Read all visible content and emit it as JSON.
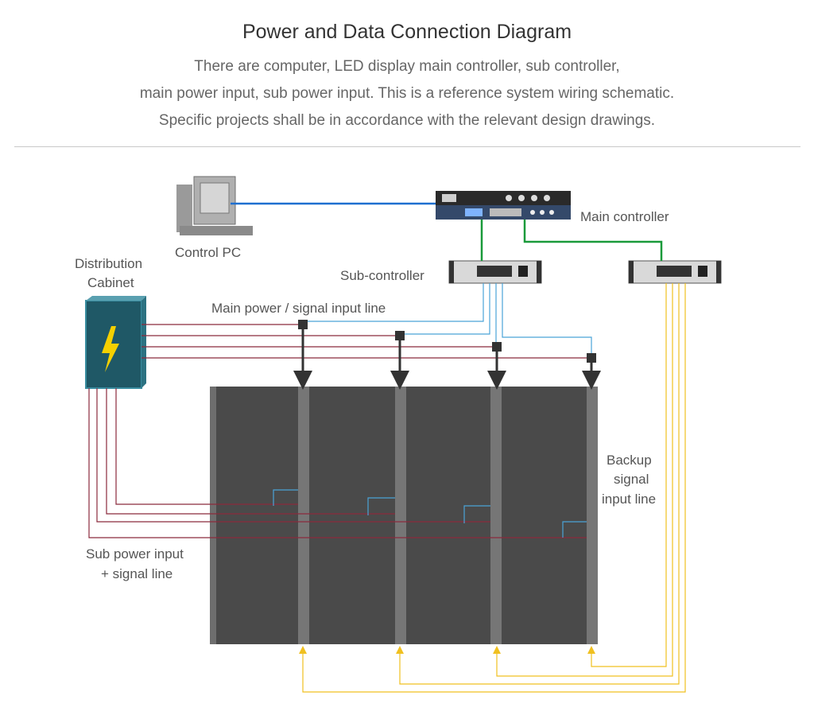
{
  "header": {
    "title": "Power and Data Connection Diagram",
    "lines": [
      "There are computer, LED display main controller, sub controller,",
      "main power input, sub power input. This is a reference system wiring schematic.",
      "Specific projects shall be in accordance with the relevant design drawings."
    ]
  },
  "labels": {
    "control_pc": "Control PC",
    "main_controller": "Main controller",
    "sub_controller": "Sub-controller",
    "distribution_1": "Distribution",
    "distribution_2": "Cabinet",
    "main_power": "Main power / signal input line",
    "backup_1": "Backup",
    "backup_2": "signal",
    "backup_3": "input line",
    "sub_power_1": "Sub power input",
    "sub_power_2": "+ signal line"
  },
  "colors": {
    "pc_link": "#1e6fd0",
    "controller_link": "#1a9a3a",
    "power_line": "#8b2a3c",
    "signal_line": "#4aa3d8",
    "backup_line": "#f0c020",
    "screen": "#484848",
    "cabinet": "#1f5866",
    "bolt": "#f5d000"
  }
}
